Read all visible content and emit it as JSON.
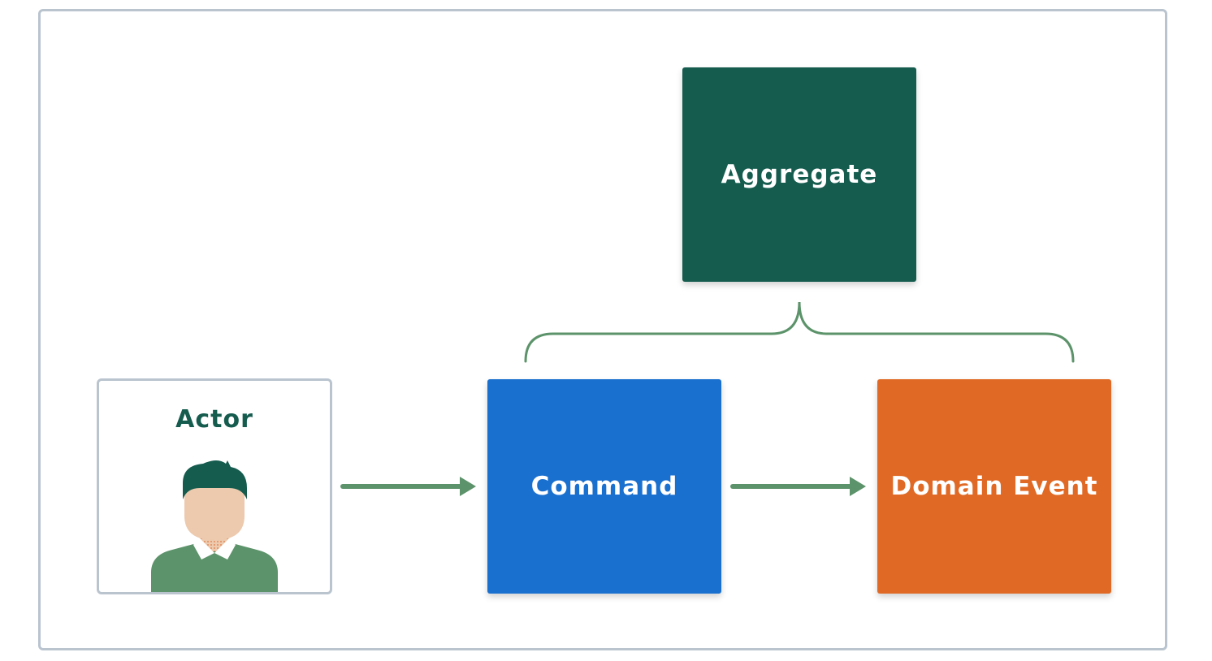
{
  "nodes": {
    "actor": {
      "label": "Actor"
    },
    "command": {
      "label": "Command"
    },
    "domain_event": {
      "label": "Domain Event"
    },
    "aggregate": {
      "label": "Aggregate"
    }
  },
  "colors": {
    "aggregate": "#155c4f",
    "command": "#1a70cf",
    "domain_event": "#e06a25",
    "connector": "#5c936a",
    "frame_border": "#b9c4cf",
    "actor_label": "#155c4f",
    "actor_hair": "#155c4f",
    "actor_skin": "#edc9ad",
    "actor_shirt": "#5c936a"
  },
  "icons": {
    "actor": "person-icon"
  }
}
